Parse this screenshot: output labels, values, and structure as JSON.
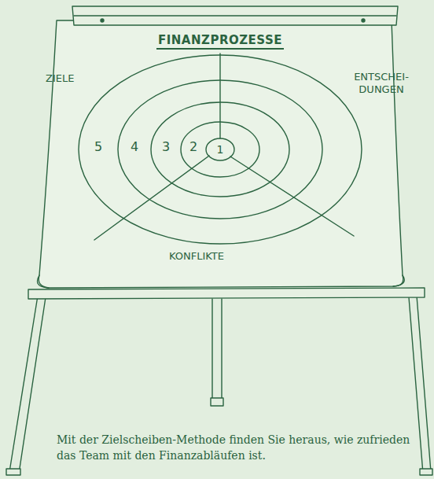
{
  "diagram": {
    "title": "FINANZPROZESSE",
    "caption": "Mit der Zielscheiben-Methode finden Sie heraus, wie zufrieden das Team mit den Finanzabläufen ist.",
    "labels": [
      "ZIELE",
      "ENTSCHEI- DUNGEN",
      "KONFLIKTE",
      "5",
      "4",
      "3",
      "2",
      "1"
    ]
  }
}
